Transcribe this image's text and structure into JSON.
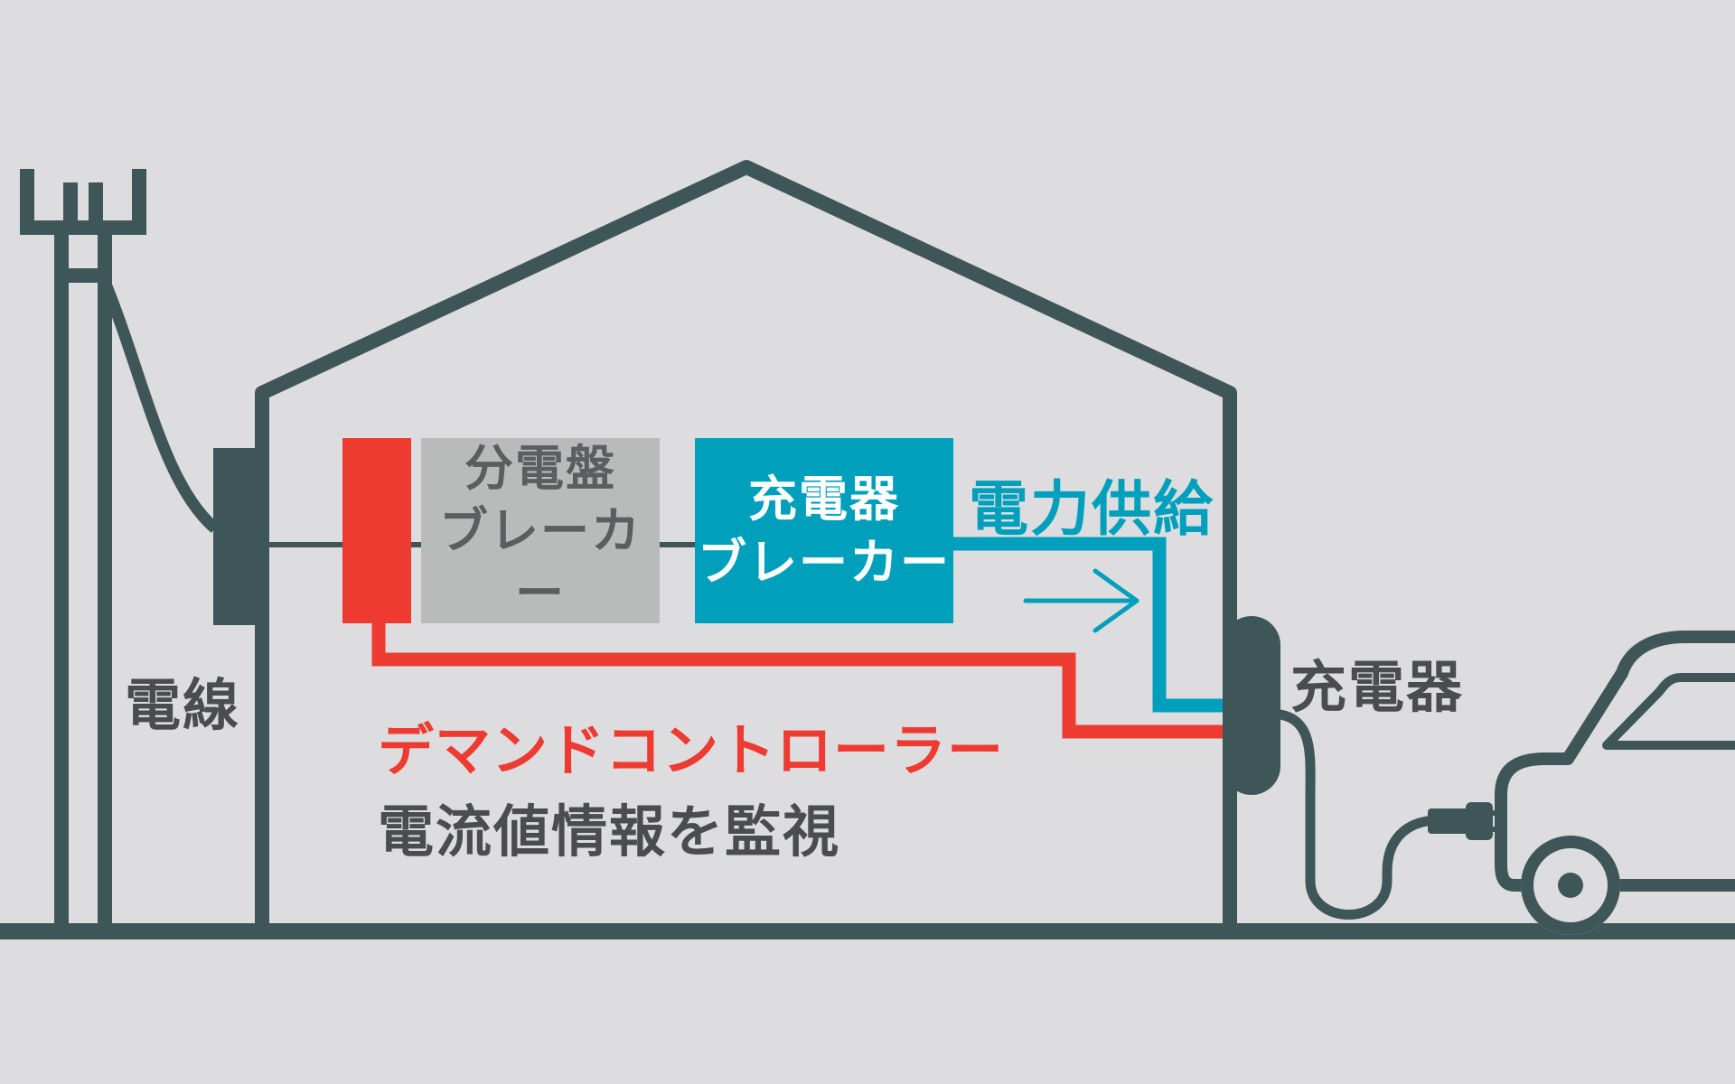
{
  "labels": {
    "wire": "電線",
    "panel_line1": "分電盤",
    "panel_line2": "ブレーカー",
    "charger_breaker_line1": "充電器",
    "charger_breaker_line2": "ブレーカー",
    "power_supply": "電力供給",
    "charger": "充電器",
    "demand_controller": "デマンドコントローラー",
    "monitor": "電流値情報を監視"
  },
  "colors": {
    "background": "#dddde0",
    "structure": "#3f5659",
    "controller_red": "#ee3b31",
    "supply_teal": "#00a0bd",
    "panel_gray": "#b9bbbb",
    "label_text": "#4a4d4f",
    "panel_text": "#5b5e60",
    "white": "#ffffff"
  },
  "icons": [
    "utility-pole-icon",
    "house-outline-icon",
    "electric-car-icon",
    "charging-plug-icon",
    "flow-arrow-icon"
  ]
}
